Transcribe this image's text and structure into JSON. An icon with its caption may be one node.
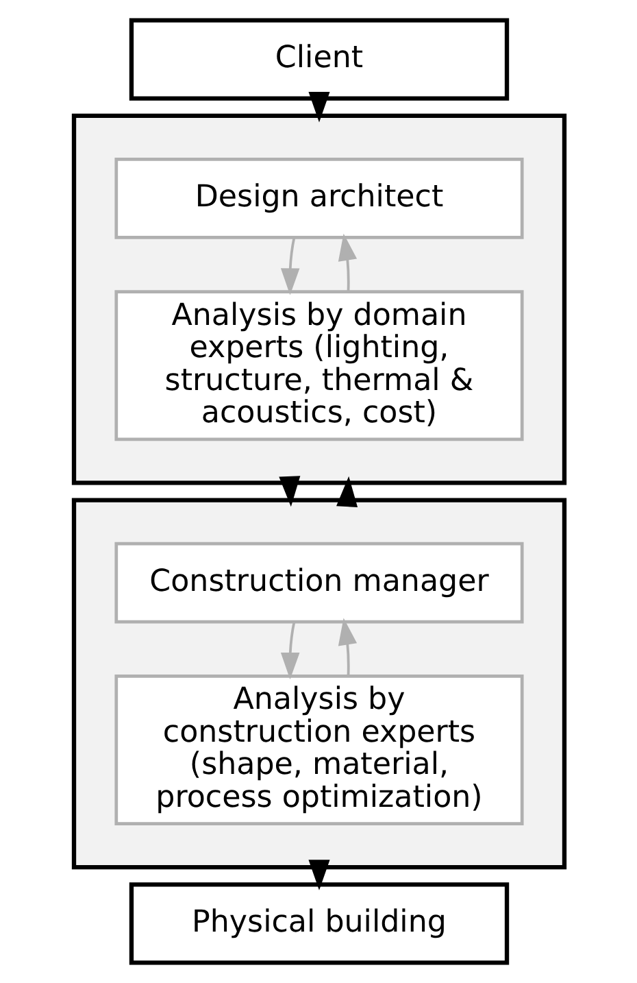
{
  "diagram": {
    "nodes": [
      {
        "text": [
          "Client"
        ]
      },
      {
        "text": [],
        "shape": "box"
      },
      {
        "text": [
          "Design architect"
        ],
        "in": 1
      },
      {
        "text": [
          "Analysis by domain experts (lighting, structure, thermal & acoustics, cost)"
        ],
        "in": 1
      },
      {
        "text": [],
        "shape": "box"
      },
      {
        "text": [
          "Construction manager"
        ],
        "in": 4
      },
      {
        "text": [
          "Analysis by construction experts (shape, material, process optimization)"
        ],
        "in": 4
      },
      {
        "text": [
          "Physical building"
        ]
      }
    ],
    "edges": [
      {
        "from": 0,
        "to": 1,
        "arrow": "to"
      },
      {
        "from": 3,
        "to": 2,
        "arrow": "to",
        "color": "#b0b0b0"
      },
      {
        "from": 2,
        "to": 3,
        "arrow": "to",
        "color": "#b0b0b0"
      },
      {
        "from": 1,
        "to": 4,
        "arrow": "to"
      },
      {
        "from": 4,
        "to": 1,
        "arrow": "to"
      },
      {
        "from": 6,
        "to": 5,
        "arrow": "to",
        "color": "#b0b0b0"
      },
      {
        "from": 5,
        "to": 6,
        "arrow": "to",
        "color": "#b0b0b0"
      },
      {
        "from": 4,
        "to": 7,
        "arrow": "to"
      }
    ]
  }
}
